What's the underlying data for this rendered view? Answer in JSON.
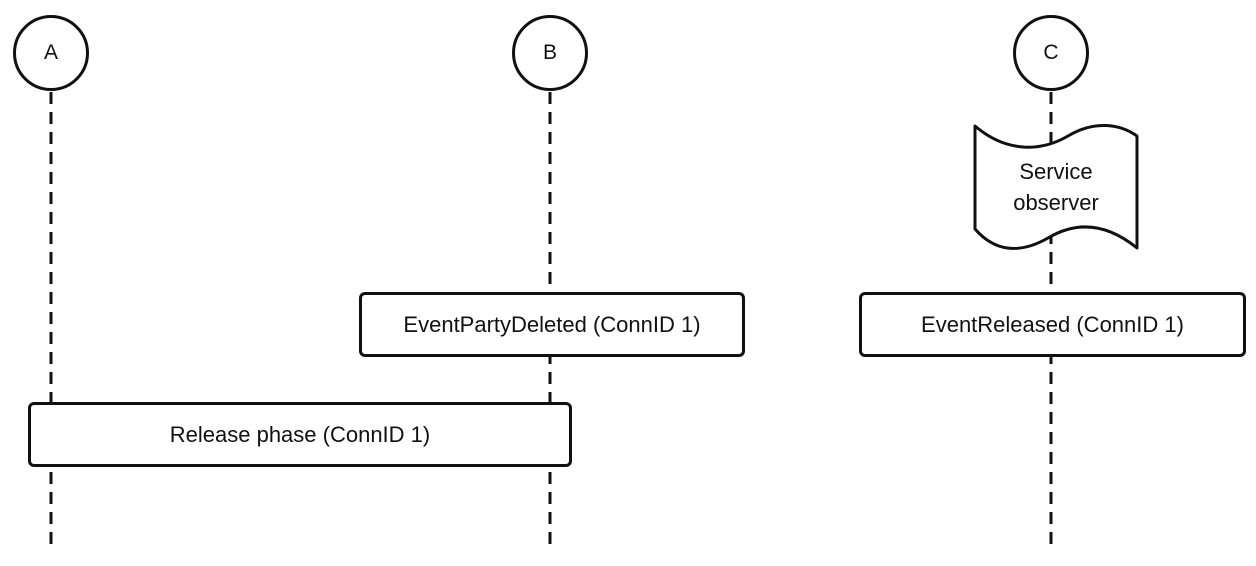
{
  "participants": [
    {
      "id": "A",
      "label": "A"
    },
    {
      "id": "B",
      "label": "B"
    },
    {
      "id": "C",
      "label": "C"
    }
  ],
  "note": {
    "line1": "Service",
    "line2": "observer"
  },
  "events": {
    "party_deleted": "EventPartyDeleted (ConnID 1)",
    "released": "EventReleased (ConnID 1)",
    "release_phase": "Release phase (ConnID 1)"
  },
  "colors": {
    "stroke": "#111111",
    "background": "#ffffff"
  }
}
